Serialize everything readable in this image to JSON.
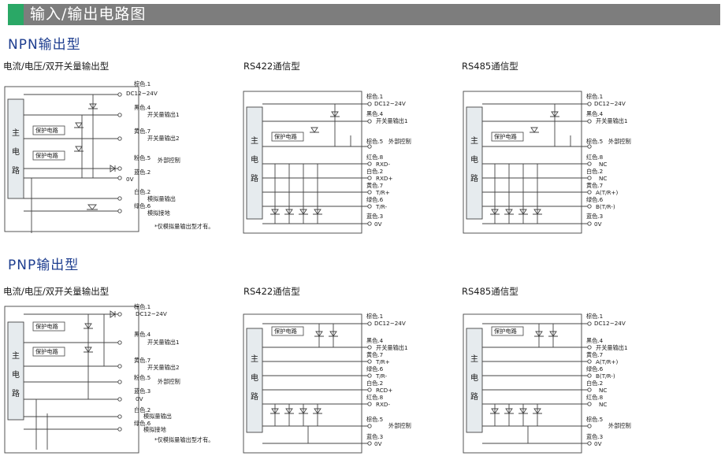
{
  "header": {
    "title": "输入/输出电路图"
  },
  "sections": {
    "npn": {
      "heading": "NPN输出型"
    },
    "pnp": {
      "heading": "PNP输出型"
    }
  },
  "diagrams": {
    "npn_analog": {
      "title": "电流/电压/双开关量输出型",
      "main_circuit": [
        "主",
        "电",
        "路"
      ],
      "protection_labels": [
        "保护电路",
        "保护电路"
      ],
      "terminals": [
        {
          "wire": "棕色.1",
          "signal": "DC12~24V"
        },
        {
          "wire": "黑色.4",
          "signal": "开关量输出1"
        },
        {
          "wire": "黄色.7",
          "signal": "开关量输出2"
        },
        {
          "wire": "粉色.5",
          "signal": "外部控制"
        },
        {
          "wire": "蓝色.2",
          "signal": "0V"
        },
        {
          "wire": "白色.2",
          "signal": "模拟量输出"
        },
        {
          "wire": "绿色.6",
          "signal": "模拟接地"
        }
      ],
      "note": "*仅模拟量输出型才有。"
    },
    "npn_rs422": {
      "title": "RS422通信型",
      "main_circuit": [
        "主",
        "电",
        "路"
      ],
      "protection_labels": [
        "保护电路"
      ],
      "terminals": [
        {
          "wire": "棕色.1",
          "signal": "DC12~24V"
        },
        {
          "wire": "黑色.4",
          "signal": "开关量输出1"
        },
        {
          "wire": "棕色.5",
          "signal": "外部控制"
        },
        {
          "wire": "红色.8",
          "signal": "RXD-"
        },
        {
          "wire": "白色.2",
          "signal": "RXD+"
        },
        {
          "wire": "黄色.7",
          "signal": "T/R+"
        },
        {
          "wire": "绿色.6",
          "signal": "T/R-"
        },
        {
          "wire": "蓝色.3",
          "signal": "0V"
        }
      ]
    },
    "npn_rs485": {
      "title": "RS485通信型",
      "main_circuit": [
        "主",
        "电",
        "路"
      ],
      "protection_labels": [
        "保护电路"
      ],
      "terminals": [
        {
          "wire": "棕色.1",
          "signal": "DC12~24V"
        },
        {
          "wire": "黑色.4",
          "signal": "开关量输出1"
        },
        {
          "wire": "棕色.5",
          "signal": "外部控制"
        },
        {
          "wire": "红色.8",
          "signal": "NC"
        },
        {
          "wire": "白色.2",
          "signal": "NC"
        },
        {
          "wire": "黄色.7",
          "signal": "A(T/R+)"
        },
        {
          "wire": "绿色.6",
          "signal": "B(T/R-)"
        },
        {
          "wire": "蓝色.3",
          "signal": "0V"
        }
      ]
    },
    "pnp_analog": {
      "title": "电流/电压/双开关量输出型",
      "main_circuit": [
        "主",
        "电",
        "路"
      ],
      "protection_labels": [
        "保护电路",
        "保护电路"
      ],
      "terminals": [
        {
          "wire": "棕色.1",
          "signal": "DC12~24V"
        },
        {
          "wire": "黑色.4",
          "signal": "开关量输出1"
        },
        {
          "wire": "黄色.7",
          "signal": "开关量输出2"
        },
        {
          "wire": "粉色.5",
          "signal": "外部控制"
        },
        {
          "wire": "蓝色.3",
          "signal": "0V"
        },
        {
          "wire": "白色.2",
          "signal": "模拟量输出"
        },
        {
          "wire": "绿色.6",
          "signal": "模拟接地"
        }
      ],
      "note": "*仅模拟量输出型才有。"
    },
    "pnp_rs422": {
      "title": "RS422通信型",
      "main_circuit": [
        "主",
        "电",
        "路"
      ],
      "protection_labels": [
        "保护电路"
      ],
      "terminals": [
        {
          "wire": "棕色.1",
          "signal": "DC12~24V"
        },
        {
          "wire": "黑色.4",
          "signal": "开关量输出1"
        },
        {
          "wire": "黄色.7",
          "signal": "T/R+"
        },
        {
          "wire": "绿色.6",
          "signal": "T/R-"
        },
        {
          "wire": "白色.2",
          "signal": "RCD+"
        },
        {
          "wire": "红色.8",
          "signal": "RXD-"
        },
        {
          "wire": "棕色.5",
          "signal": "外部控制"
        },
        {
          "wire": "蓝色.3",
          "signal": "0V"
        }
      ]
    },
    "pnp_rs485": {
      "title": "RS485通信型",
      "main_circuit": [
        "主",
        "电",
        "路"
      ],
      "protection_labels": [
        "保护电路"
      ],
      "terminals": [
        {
          "wire": "棕色.1",
          "signal": "DC12~24V"
        },
        {
          "wire": "黑色.4",
          "signal": "开关量输出1"
        },
        {
          "wire": "黄色.7",
          "signal": "A(T/R+)"
        },
        {
          "wire": "绿色.6",
          "signal": "B(T/R-)"
        },
        {
          "wire": "白色.2",
          "signal": "NC"
        },
        {
          "wire": "红色.8",
          "signal": "NC"
        },
        {
          "wire": "棕色.5",
          "signal": "外部控制"
        },
        {
          "wire": "蓝色.3",
          "signal": "0V"
        }
      ]
    }
  },
  "colors": {
    "header_bg": "#7d7d7d",
    "header_accent": "#2aa866",
    "heading": "#1d3d8f"
  }
}
